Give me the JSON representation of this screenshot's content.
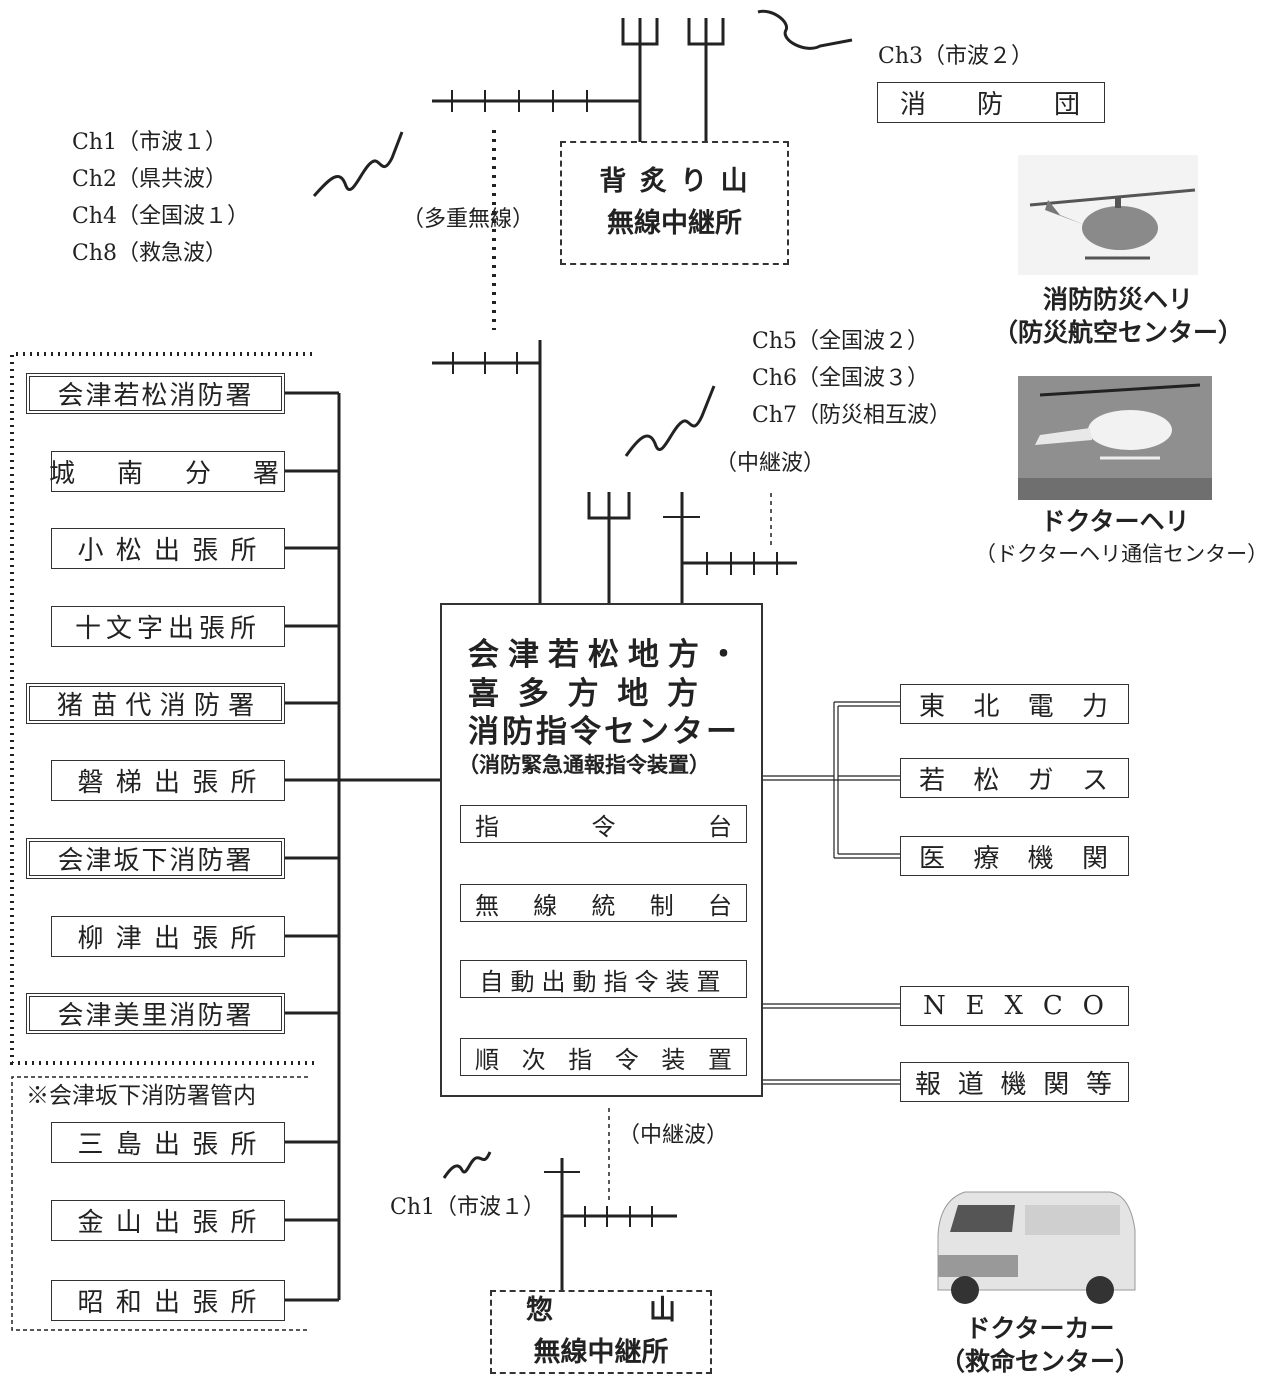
{
  "relay_top": {
    "line1": "背 炙 り 山",
    "line2": "無線中継所"
  },
  "relay_bottom": {
    "line1a": "惣",
    "line1b": "山",
    "line2": "無線中継所"
  },
  "fire_brigade": {
    "channel": "Ch3（市波２）",
    "label": [
      "消",
      "防",
      "団"
    ]
  },
  "ch_top_left": [
    "Ch1（市波１）",
    "Ch2（県共波）",
    "Ch4（全国波１）",
    "Ch8（救急波）"
  ],
  "multiplex_label": "（多重無線）",
  "ch_mid_right": [
    "Ch5（全国波２）",
    "Ch6（全国波３）",
    "Ch7（防災相互波）"
  ],
  "relay_wave_top": "（中継波）",
  "relay_wave_bottom": "（中継波）",
  "ch_bottom": "Ch1（市波１）",
  "center": {
    "title1": "会津若松地方・",
    "title2": "喜 多 方 地 方",
    "title3": "消防指令センター",
    "subtitle": "（消防緊急通報指令装置）",
    "units": [
      [
        "指",
        "令",
        "台"
      ],
      [
        "無",
        "線",
        "統",
        "制",
        "台"
      ],
      [
        "自動出動指令装置"
      ],
      [
        "順",
        "次",
        "指",
        "令",
        "装",
        "置"
      ]
    ]
  },
  "stations": [
    {
      "name": "会津若松消防署",
      "double": true
    },
    {
      "name": "城　南　分　署",
      "double": false
    },
    {
      "name": "小 松 出 張 所",
      "double": false
    },
    {
      "name": "十文字出張所",
      "double": false
    },
    {
      "name": "猪 苗 代 消 防 署",
      "double": true
    },
    {
      "name": "磐 梯 出 張 所",
      "double": false
    },
    {
      "name": "会津坂下消防署",
      "double": true
    },
    {
      "name": "柳 津 出 張 所",
      "double": false
    },
    {
      "name": "会津美里消防署",
      "double": true
    }
  ],
  "bange_note": "※会津坂下消防署管内",
  "bange_stations": [
    "三 島 出 張 所",
    "金 山 出 張 所",
    "昭 和 出 張 所"
  ],
  "partners": [
    [
      "東",
      "北",
      "電",
      "力"
    ],
    [
      "若",
      "松",
      "ガ",
      "ス"
    ],
    [
      "医",
      "療",
      "機",
      "関"
    ],
    [
      "N",
      "E",
      "X",
      "C",
      "O"
    ],
    [
      "報",
      "道",
      "機",
      "関",
      "等"
    ]
  ],
  "helicopter1": {
    "line1": "消防防災ヘリ",
    "line2": "（防災航空センター）"
  },
  "helicopter2": {
    "line1": "ドクターヘリ",
    "line2": "（ドクターヘリ通信センター）"
  },
  "doctor_car": {
    "line1": "ドクターカー",
    "line2": "（救命センター）"
  }
}
